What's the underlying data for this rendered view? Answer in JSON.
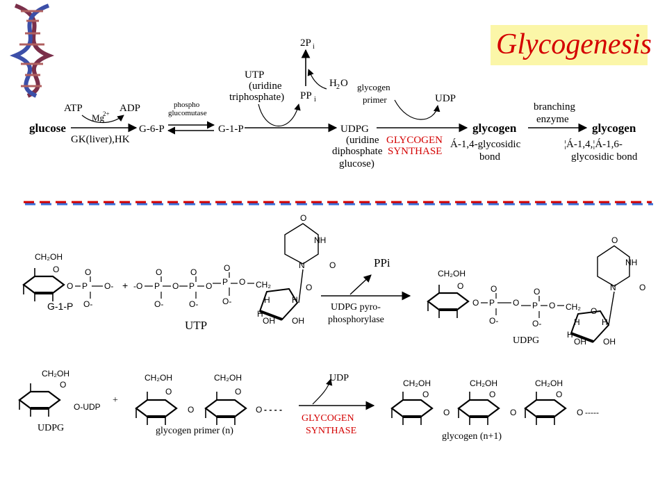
{
  "title": "Glycogenesis",
  "colors": {
    "title": "#d40000",
    "title_bg": "#fbf6a8",
    "enzyme_red": "#d40000",
    "divider": "#d40000",
    "divider_shadow": "#3b6fd8"
  },
  "top_pathway": {
    "glucose": "glucose",
    "atp": "ATP",
    "adp": "ADP",
    "mg": "Mg",
    "mg_charge": "2+",
    "gk": "GK(liver),HK",
    "g6p": "G-6-P",
    "phospho": "phospho",
    "glucomutase": "glucomutase",
    "g1p": "G-1-P",
    "utp_label": "UTP",
    "utp_full1": "(uridine",
    "utp_full2": "triphosphate)",
    "ppi": "PP",
    "ppi_sub": "i",
    "two_pi": "2P",
    "two_pi_sub": "i",
    "h2o": "H",
    "h2o_sub": "2",
    "h2o_tail": "O",
    "udpg": "UDPG",
    "udpg_full1": "(uridine",
    "udpg_full2": "diphosphate",
    "udpg_full3": "glucose)",
    "glycogen_primer1": "glycogen",
    "glycogen_primer2": "primer",
    "udp": "UDP",
    "enzyme1": "GLYCOGEN",
    "enzyme2": "SYNTHASE",
    "glycogen1": "glycogen",
    "bond1a": "Á-1,4-glycosidic",
    "bond1b": "bond",
    "branching1": "branching",
    "branching2": "enzyme",
    "glycogen2": "glycogen",
    "bond2a": "¦Á-1,4,¦Á-1,6-",
    "bond2b": "glycosidic bond"
  },
  "middle_reaction": {
    "ch2oh": "CH₂OH",
    "o": "O",
    "p": "P",
    "o_minus": "O-",
    "neg_o": "-O",
    "g1p": "G-1-P",
    "plus": "+",
    "utp": "UTP",
    "ppi": "PPi",
    "enzyme1": "UDPG pyro-",
    "enzyme2": "phosphorylase",
    "udpg": "UDPG",
    "nh": "NH",
    "n": "N",
    "h": "H",
    "oh": "OH",
    "ch2": "CH₂"
  },
  "bottom_reaction": {
    "udpg": "UDPG",
    "o_udp": "O-UDP",
    "plus": "+",
    "ch2oh": "CH₂OH",
    "o": "O",
    "primer": "glycogen primer (n)",
    "udp": "UDP",
    "enzyme1": "GLYCOGEN",
    "enzyme2": "SYNTHASE",
    "product": "glycogen (n+1)",
    "dashes": "-----",
    "dots": "- - - -"
  }
}
